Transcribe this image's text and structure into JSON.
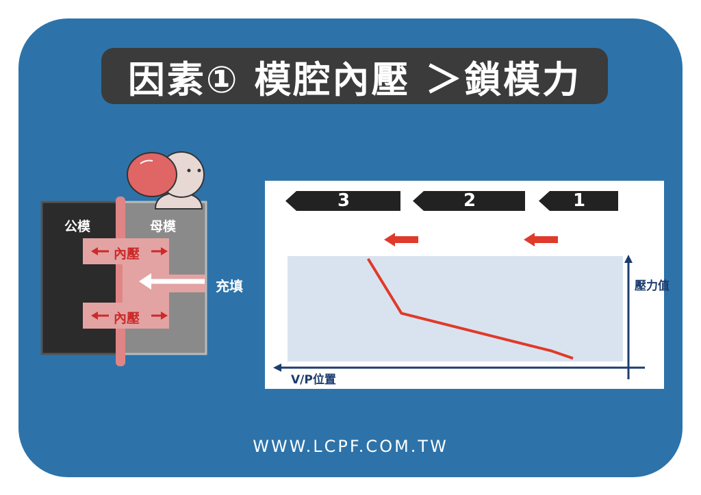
{
  "title": "因素① 模腔內壓 ＞鎖模力",
  "footer": "WWW.LCPF.COM.TW",
  "mold": {
    "fixed_half": "公模",
    "moving_half": "母模",
    "pressure_top": "內壓",
    "pressure_bottom": "內壓",
    "fill_label": "充填"
  },
  "stages": [
    "3",
    "2",
    "1"
  ],
  "chart_data": {
    "type": "line",
    "title": "",
    "xlabel": "V/P位置",
    "ylabel": "壓力值",
    "x_direction": "right-to-left",
    "stages": [
      "3",
      "2",
      "1"
    ],
    "series": [
      {
        "values": [
          0.05,
          0.12,
          0.48,
          1.0
        ]
      }
    ],
    "x": [
      0.0,
      0.09,
      0.72,
      0.86
    ],
    "grid": false
  },
  "colors": {
    "card": "#2d73a9",
    "title_bg": "#3b3b3b",
    "plot_area": "#d9e3ef",
    "line": "#e03a2a",
    "axis": "#1c3c6e",
    "stage_bar": "#222222",
    "arrow": "#e03a2a"
  }
}
